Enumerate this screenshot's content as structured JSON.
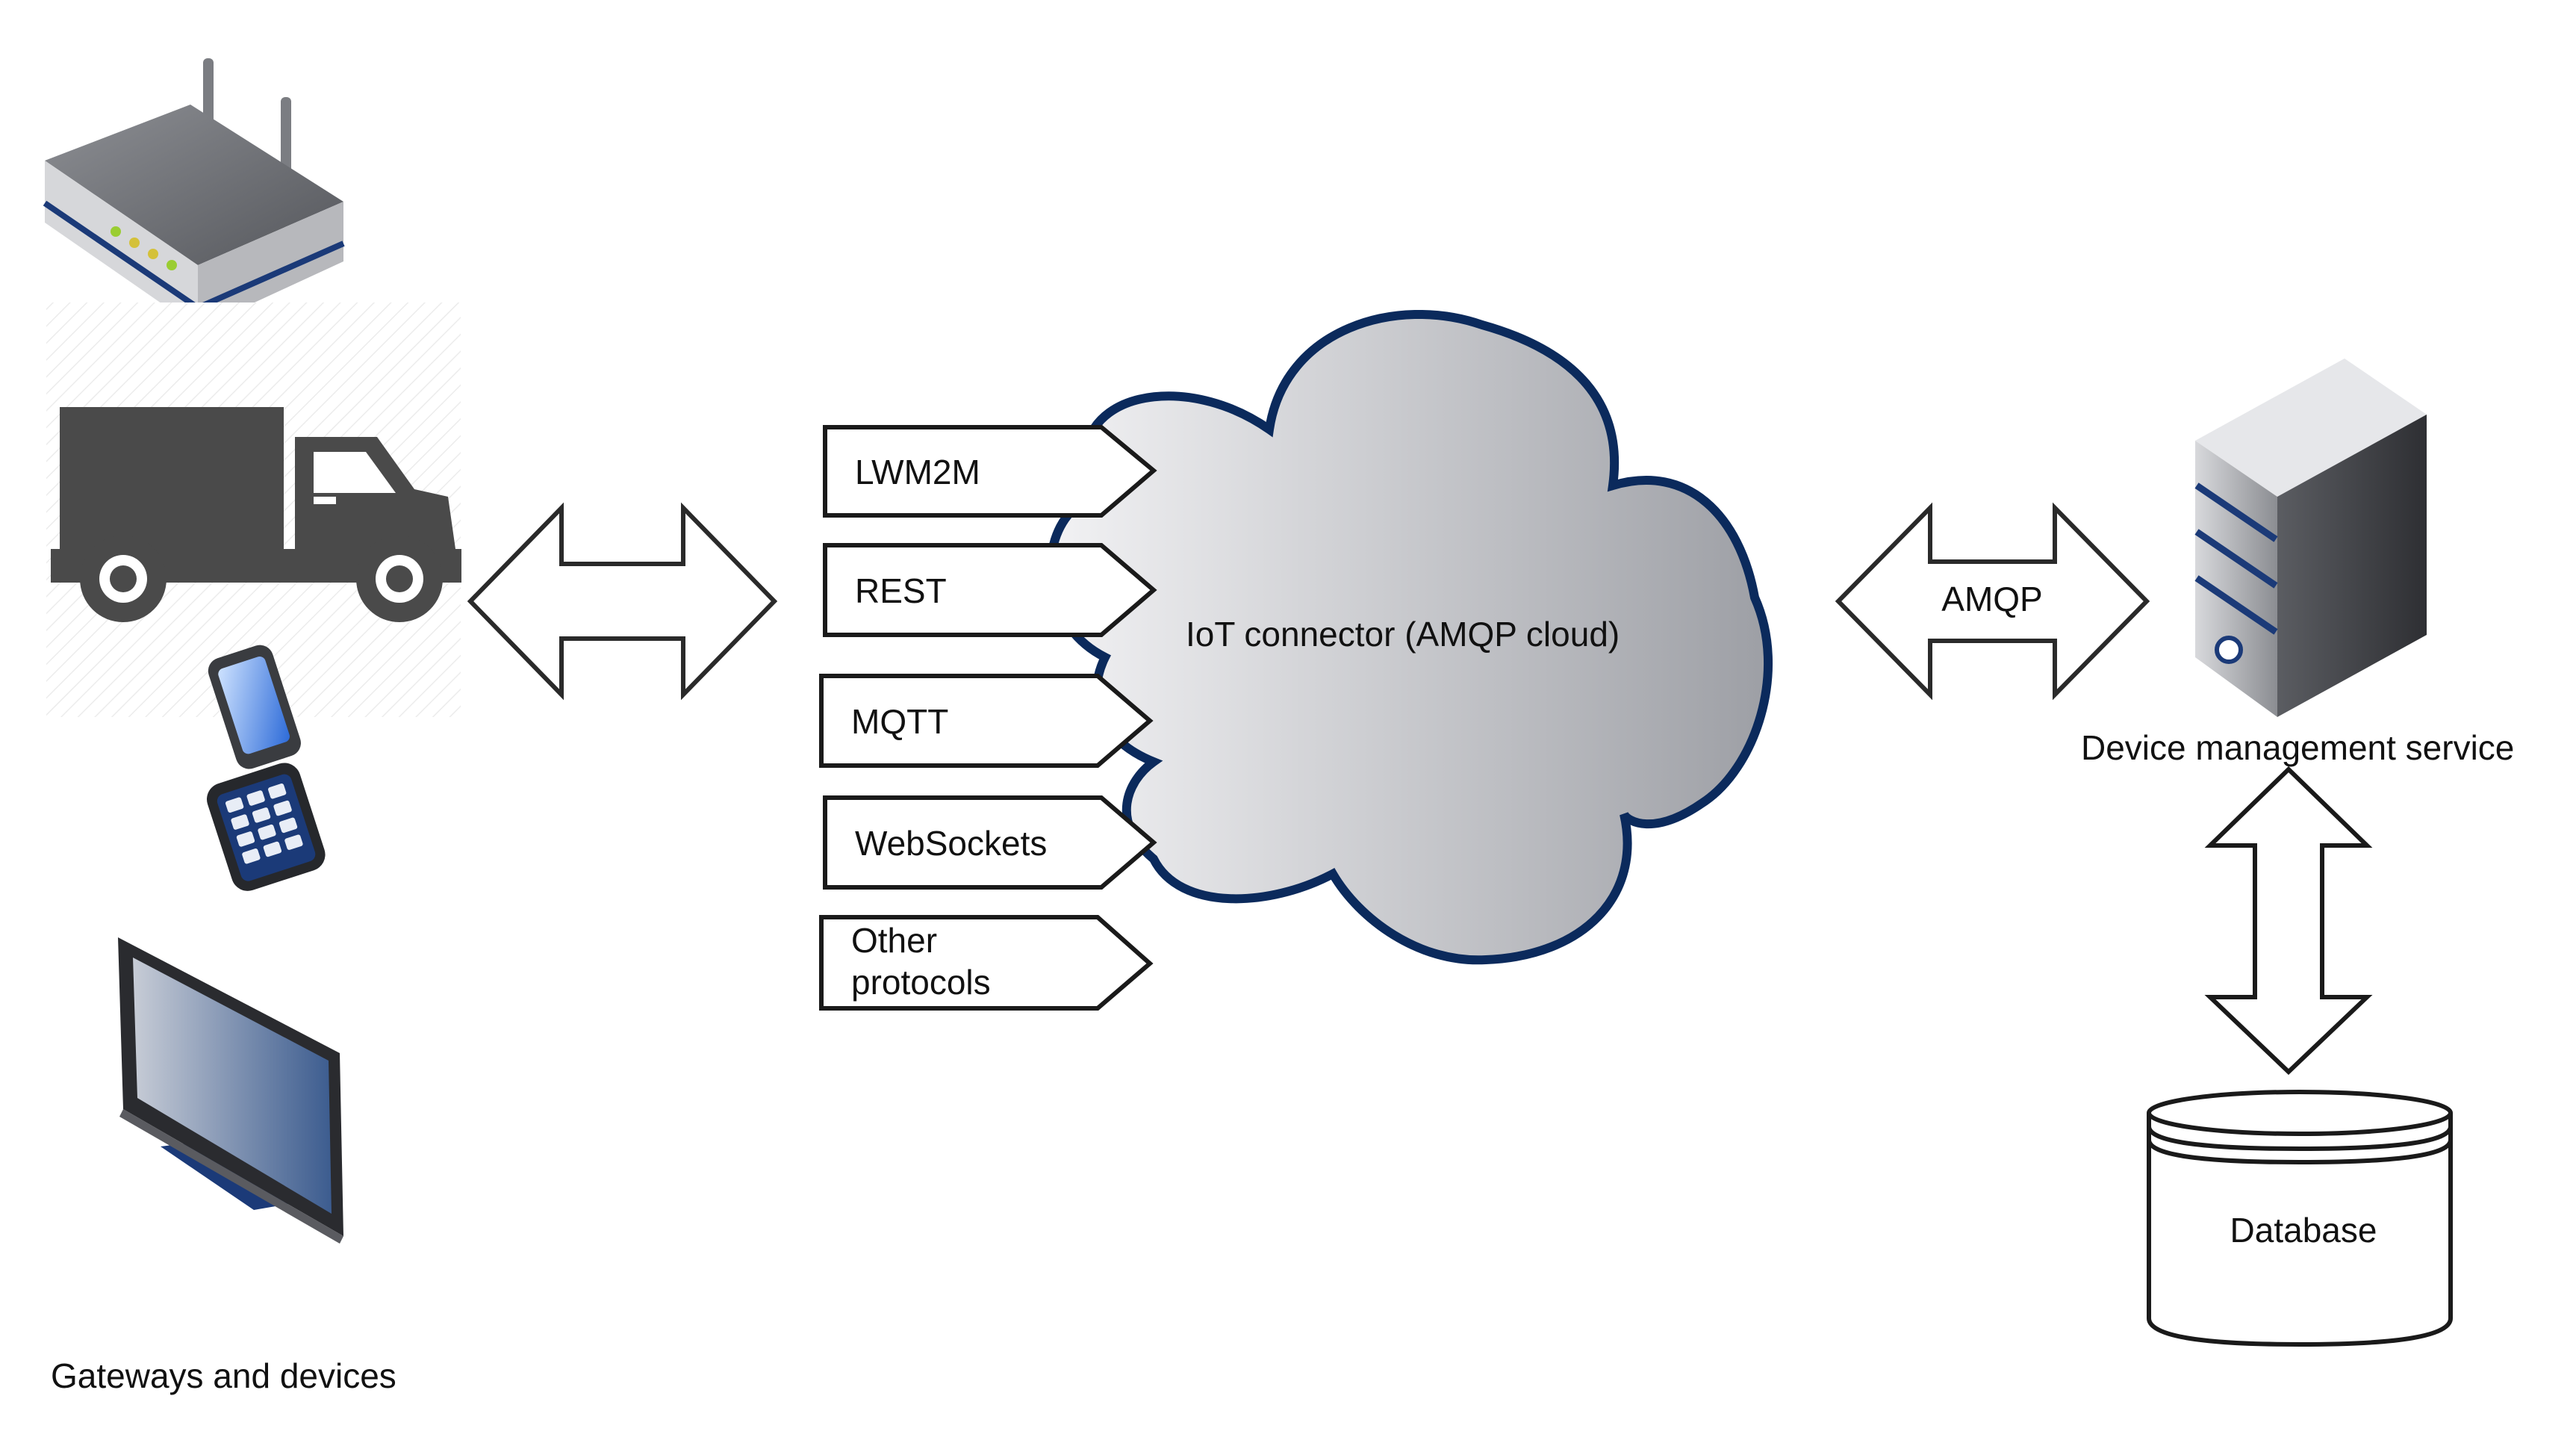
{
  "devices": {
    "caption": "Gateways and devices",
    "items": [
      "router-icon",
      "truck-icon",
      "flip-phone-icon",
      "monitor-icon"
    ]
  },
  "protocols": [
    "LWM2M",
    "REST",
    "MQTT",
    "WebSockets",
    "Other protocols"
  ],
  "cloud": {
    "label": "IoT connector (AMQP cloud)",
    "outline_color": "#0b2a5c"
  },
  "amqp_arrow": {
    "label": "AMQP"
  },
  "server": {
    "label": "Device management service",
    "icon": "server-tower-icon"
  },
  "database": {
    "label": "Database",
    "icon": "database-cylinder-icon"
  },
  "colors": {
    "accent_blue": "#1b3a78",
    "outline": "#111111",
    "dark_gray": "#4a4a4a"
  }
}
